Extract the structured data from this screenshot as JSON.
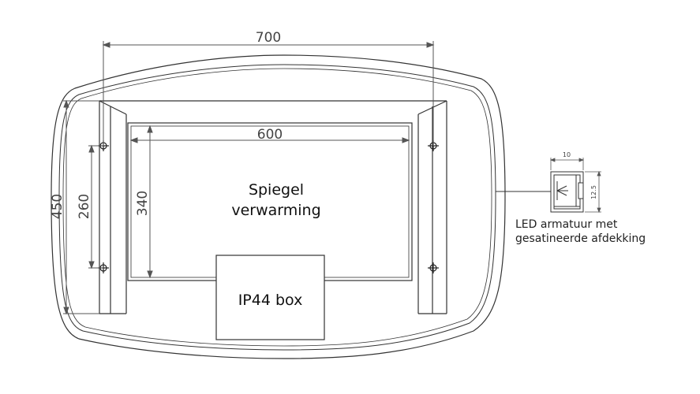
{
  "dimensions": {
    "overall_width": "700",
    "heating_width": "600",
    "overall_height": "450",
    "mount_spacing": "260",
    "heating_height": "340",
    "profile_width": "10",
    "profile_height": "12.5"
  },
  "labels": {
    "heating_line1": "Spiegel",
    "heating_line2": "verwarming",
    "ip44_box": "IP44 box",
    "led_line1": "LED armatuur met",
    "led_line2": "gesatineerde afdekking"
  },
  "colors": {
    "line": "#333333",
    "dimension": "#555555",
    "background": "#ffffff"
  }
}
